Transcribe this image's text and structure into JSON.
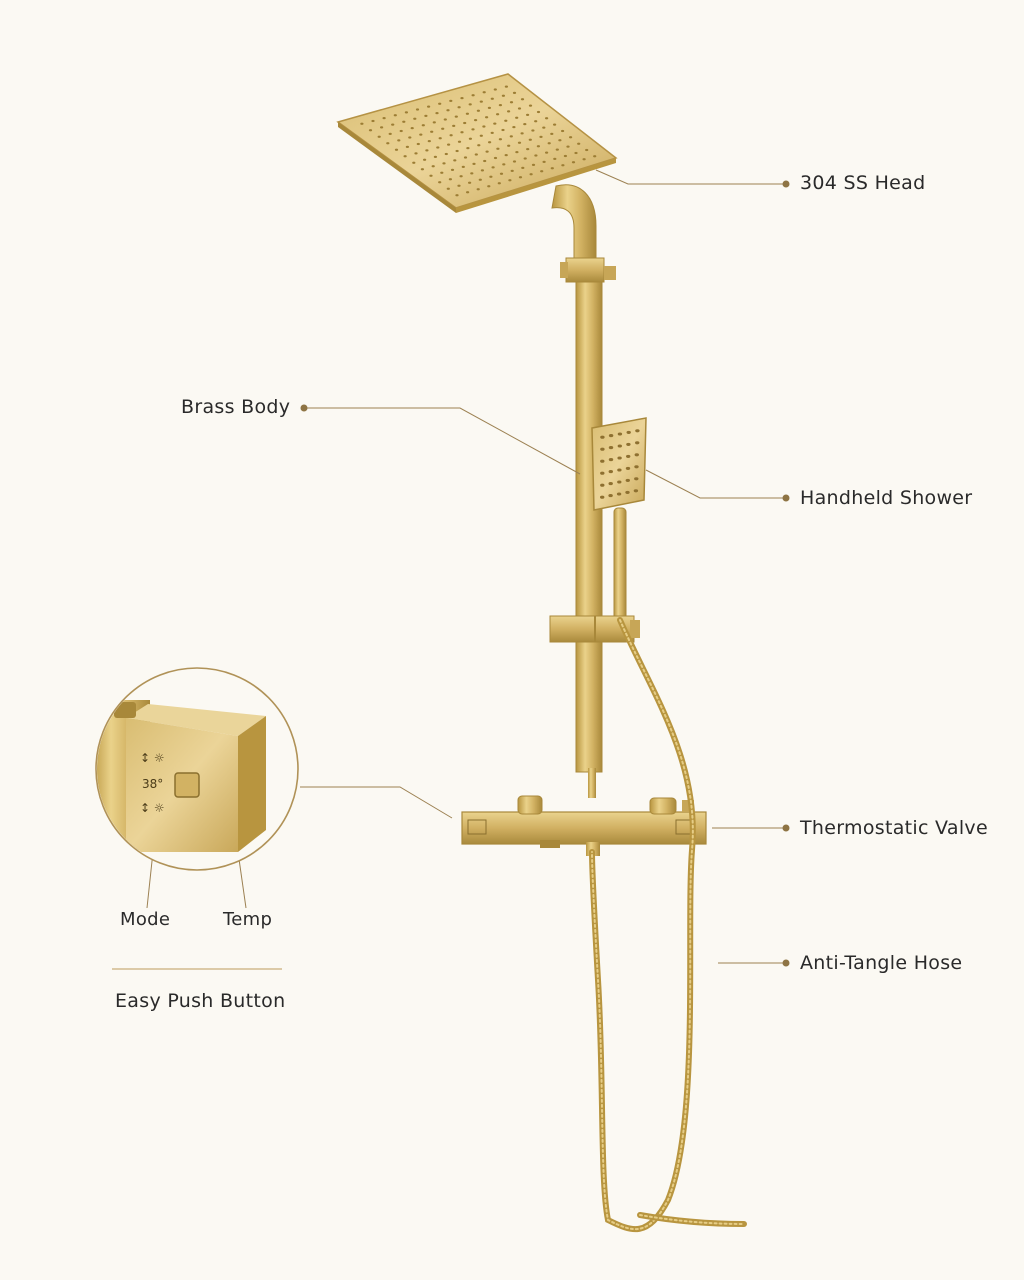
{
  "colors": {
    "background": "#FBF9F3",
    "gold_light": "#E8CF86",
    "gold_mid": "#CDAE5E",
    "gold_dark": "#A8883A",
    "leader": "#9C8152"
  },
  "callouts": {
    "head": "304 SS Head",
    "body": "Brass Body",
    "handheld": "Handheld Shower",
    "valve": "Thermostatic Valve",
    "hose": "Anti-Tangle Hose"
  },
  "inset": {
    "mode": "Mode",
    "temp": "Temp",
    "feature": "Easy Push Button",
    "temp_readout": "38°"
  }
}
